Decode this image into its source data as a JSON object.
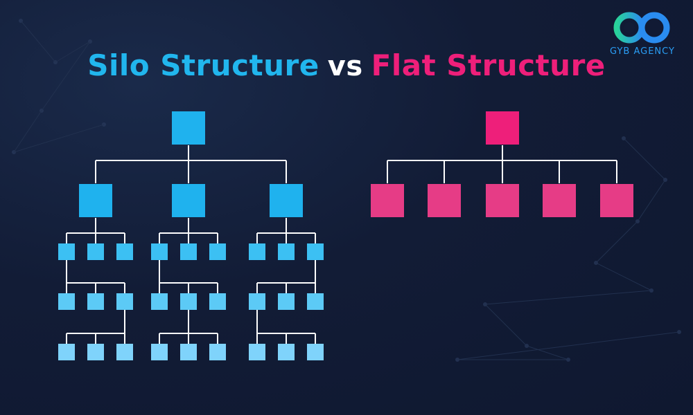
{
  "title": {
    "left": "Silo Structure",
    "middle": "vs",
    "right": "Flat Structure"
  },
  "brand": {
    "name": "GYB AGENCY"
  },
  "colors": {
    "background": "#121c36",
    "silo_node": "#1fb2ee",
    "silo_leaf": "#7fd3fb",
    "flat_node": "#ee1f7a",
    "flat_child": "#e63c86",
    "connector": "#ffffff",
    "logo_green": "#29d39a",
    "logo_blue": "#2a8cf0"
  },
  "diagrams": {
    "silo": {
      "root_count": 1,
      "branches": 3,
      "children_per_branch": 3,
      "levels_per_branch": 3
    },
    "flat": {
      "root_count": 1,
      "children": 5
    }
  }
}
